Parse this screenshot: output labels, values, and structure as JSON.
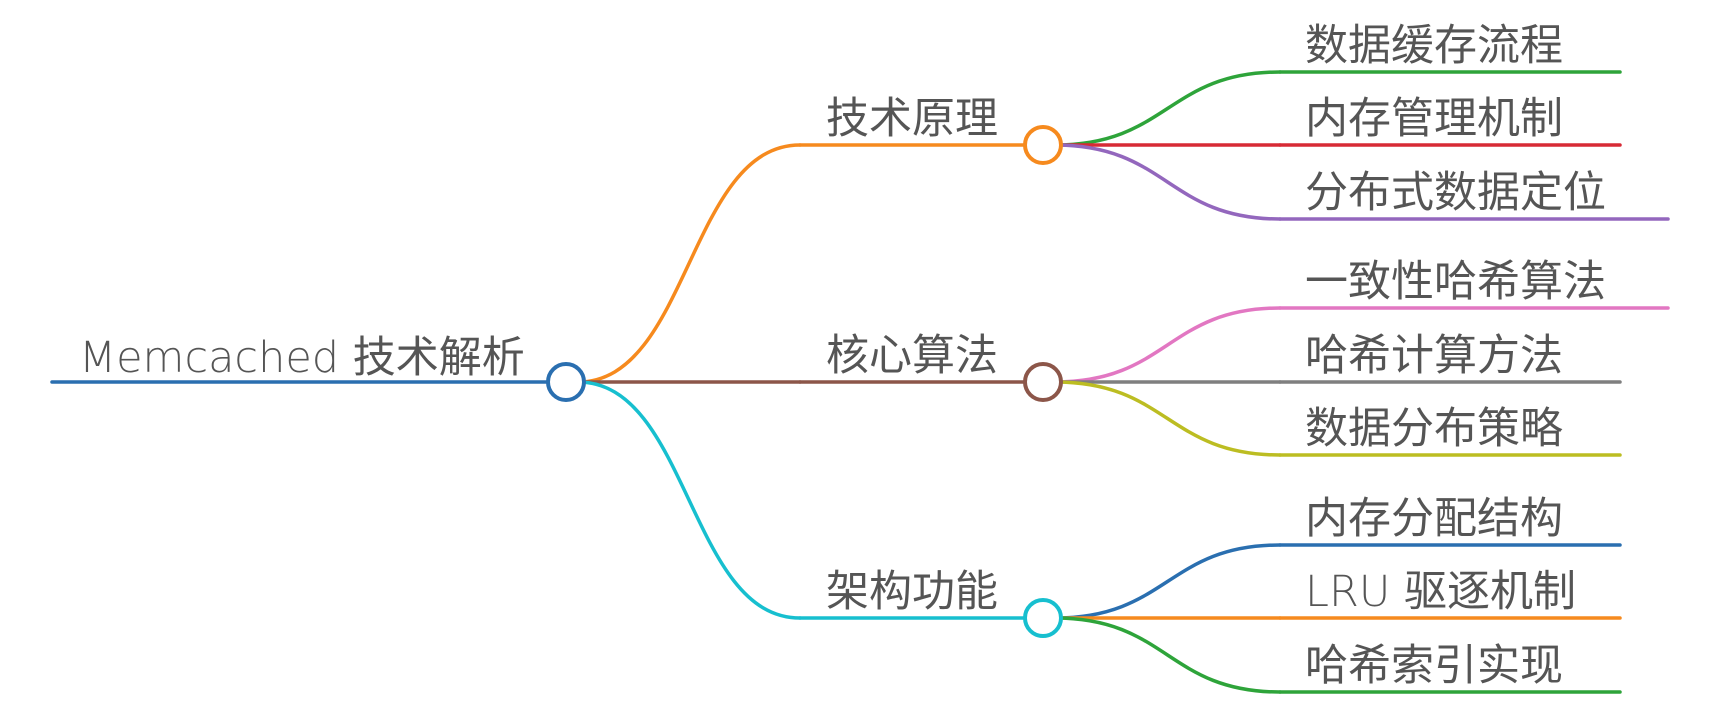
{
  "root": {
    "label": "Memcached 技术解析",
    "color": "#2a6fb0"
  },
  "branches": [
    {
      "label": "技术原理",
      "color": "#f68a1e",
      "children": [
        {
          "label": "数据缓存流程",
          "color": "#2ea43a"
        },
        {
          "label": "内存管理机制",
          "color": "#d72a35"
        },
        {
          "label": "分布式数据定位",
          "color": "#9367bd"
        }
      ]
    },
    {
      "label": "核心算法",
      "color": "#8c5649",
      "children": [
        {
          "label": "一致性哈希算法",
          "color": "#e277c2"
        },
        {
          "label": "哈希计算方法",
          "color": "#7f7f7f"
        },
        {
          "label": "数据分布策略",
          "color": "#bcbd22"
        }
      ]
    },
    {
      "label": "架构功能",
      "color": "#17bfcf",
      "children": [
        {
          "label": "内存分配结构",
          "color": "#2a6fb0"
        },
        {
          "label": "LRU 驱逐机制",
          "color": "#f68a1e"
        },
        {
          "label": "哈希索引实现",
          "color": "#2ea43a"
        }
      ]
    }
  ]
}
